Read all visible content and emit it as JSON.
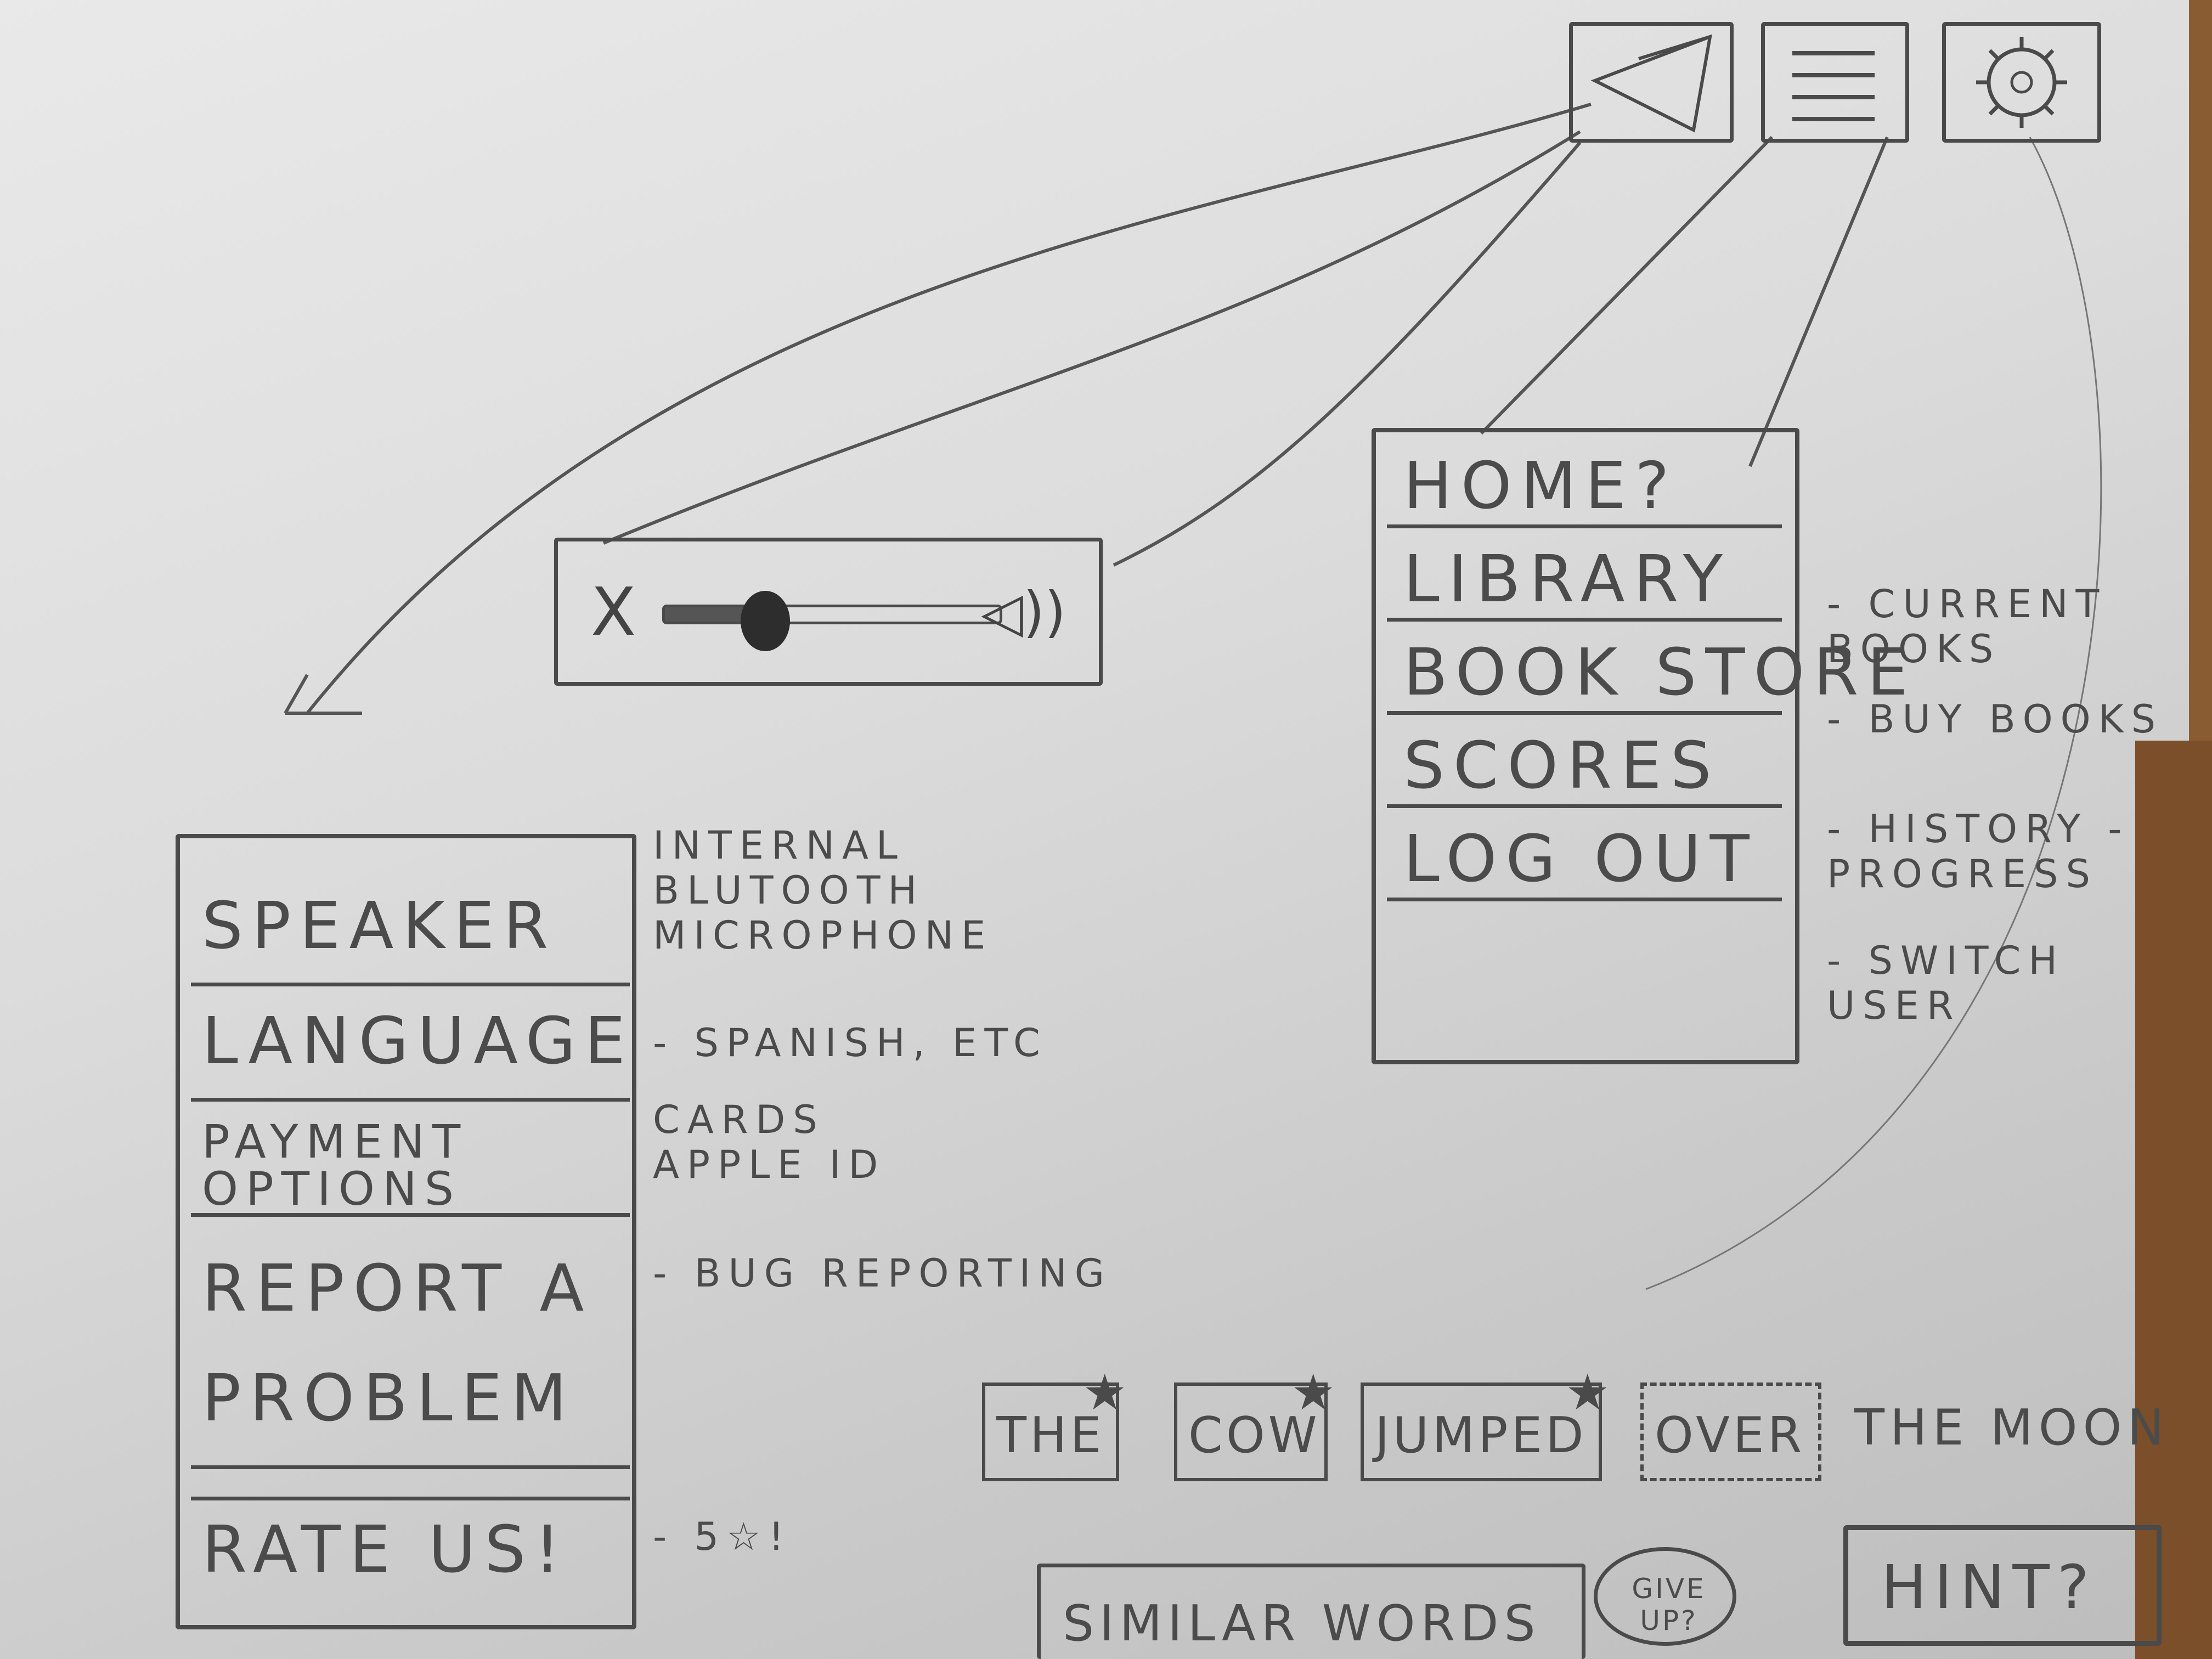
{
  "toolbar": {
    "share_icon": "network-share-icon",
    "menu_icon": "hamburger-menu-icon",
    "settings_icon": "gear-icon"
  },
  "volume": {
    "close_label": "X",
    "level": 0.3,
    "speaker_icon": "speaker-icon"
  },
  "main_menu": {
    "items": [
      {
        "label": "HOME?",
        "note": ""
      },
      {
        "label": "LIBRARY",
        "note": "- CURRENT BOOKS"
      },
      {
        "label": "BOOK STORE",
        "note": "- BUY BOOKS"
      },
      {
        "label": "SCORES",
        "note": "- HISTORY - PROGRESS"
      },
      {
        "label": "LOG OUT",
        "note": "- SWITCH USER"
      }
    ]
  },
  "settings_menu": {
    "items": [
      {
        "label": "SPEAKER",
        "note": "INTERNAL BLUTOOTH MICROPHONE"
      },
      {
        "label": "LANGUAGE",
        "note": "- SPANISH, ETC"
      },
      {
        "label": "PAYMENT OPTIONS",
        "note": "CARDS APPLE ID"
      },
      {
        "label": "REPORT A PROBLEM",
        "note": "- BUG REPORTING"
      }
    ],
    "rate": {
      "label": "RATE US!",
      "note": "- 5☆!"
    }
  },
  "sentence": {
    "words": [
      "THE",
      "COW",
      "JUMPED",
      "OVER"
    ],
    "rest": "THE MOON"
  },
  "controls": {
    "similar_words": "SIMILAR WORDS",
    "give_up": "GIVE UP?",
    "hint": "HINT?"
  }
}
